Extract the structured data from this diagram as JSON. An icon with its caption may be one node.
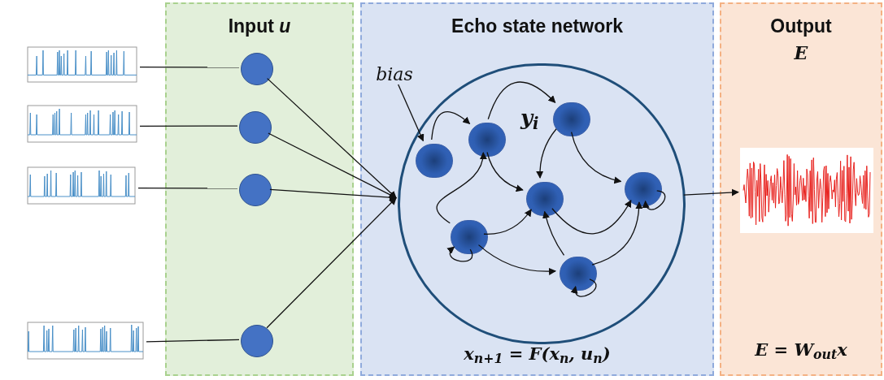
{
  "diagram": {
    "nodes": [
      {
        "text": [
          "Input *u*"
        ]
      },
      {
        "text": [
          "Echo state network"
        ]
      },
      {
        "text": [
          "Output",
          "E"
        ]
      },
      {
        "text": [],
        "shape": "picture"
      },
      {
        "text": [],
        "shape": "picture"
      },
      {
        "text": [],
        "shape": "picture"
      },
      {
        "text": [],
        "shape": "picture"
      },
      {
        "text": [],
        "shape": "circle",
        "in": 0
      },
      {
        "text": [],
        "shape": "circle",
        "in": 0
      },
      {
        "text": [],
        "shape": "circle",
        "in": 0
      },
      {
        "text": [],
        "shape": "circle",
        "in": 0
      },
      {
        "text": [],
        "shape": "circle",
        "in": 1
      },
      {
        "text": [
          "bias"
        ],
        "in": 1
      },
      {
        "text": [],
        "shape": "circle",
        "in": 11
      },
      {
        "text": [],
        "shape": "circle",
        "in": 11
      },
      {
        "text": [],
        "shape": "circle",
        "in": 11,
        "beside": [
          "y$_{i}$"
        ]
      },
      {
        "text": [],
        "shape": "circle",
        "in": 11
      },
      {
        "text": [],
        "shape": "circle",
        "in": 11
      },
      {
        "text": [],
        "shape": "circle",
        "in": 11
      },
      {
        "text": [],
        "shape": "circle",
        "in": 11
      },
      {
        "text": [],
        "shape": "picture",
        "in": 2
      }
    ],
    "edges": [
      {
        "from": 3,
        "to": 7,
        "arrow": "none"
      },
      {
        "from": 4,
        "to": 8,
        "arrow": "none"
      },
      {
        "from": 5,
        "to": 9,
        "arrow": "none"
      },
      {
        "from": 6,
        "to": 10,
        "arrow": "none"
      },
      {
        "from": 7,
        "to": 11,
        "arrow": "to"
      },
      {
        "from": 8,
        "to": 11,
        "arrow": "to"
      },
      {
        "from": 9,
        "to": 11,
        "arrow": "to"
      },
      {
        "from": 10,
        "to": 11,
        "arrow": "to"
      },
      {
        "from": 12,
        "to": 13,
        "arrow": "to"
      },
      {
        "from": 13,
        "to": 14,
        "arrow": "to"
      },
      {
        "from": 14,
        "to": 15,
        "arrow": "to"
      },
      {
        "from": 14,
        "to": 16,
        "arrow": "to"
      },
      {
        "from": 15,
        "to": 16,
        "arrow": "to"
      },
      {
        "from": 15,
        "to": 17,
        "arrow": "to"
      },
      {
        "from": 18,
        "to": 14,
        "arrow": "to"
      },
      {
        "from": 18,
        "to": 16,
        "arrow": "to"
      },
      {
        "from": 18,
        "to": 19,
        "arrow": "to"
      },
      {
        "from": 16,
        "to": 17,
        "arrow": "to"
      },
      {
        "from": 19,
        "to": 17,
        "arrow": "to"
      },
      {
        "from": 19,
        "to": 16,
        "arrow": "to"
      },
      {
        "from": 18,
        "to": 18,
        "arrow": "to"
      },
      {
        "from": 19,
        "to": 19,
        "arrow": "to"
      },
      {
        "from": 17,
        "to": 17,
        "arrow": "to"
      },
      {
        "from": 11,
        "to": 20,
        "arrow": "to"
      }
    ],
    "labels": [
      "x$_{n+1}$ = F(x$_{n}$, u$_{n}$)",
      "E = W$_{out}$x"
    ]
  }
}
